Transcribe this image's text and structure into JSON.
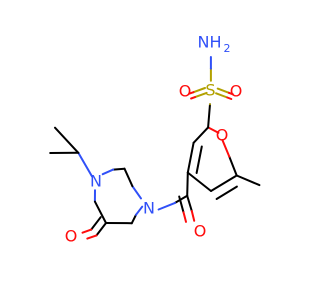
{
  "molecule": {
    "colors": {
      "carbon_bond": "#000000",
      "nitrogen": "#3050f8",
      "oxygen": "#ff0d0d",
      "sulfur": "#b2a100"
    },
    "labels": {
      "nh2": "NH",
      "nh2_subscript": "2",
      "sulfur": "S",
      "sulfonyl_oxygen_left": "O",
      "sulfonyl_oxygen_right": "O",
      "furan_oxygen": "O",
      "amide_nitrogen": "N",
      "ring_nitrogen": "N",
      "carbonyl_oxygen_bottom": "O",
      "ring_carbonyl_oxygen": "O"
    }
  }
}
